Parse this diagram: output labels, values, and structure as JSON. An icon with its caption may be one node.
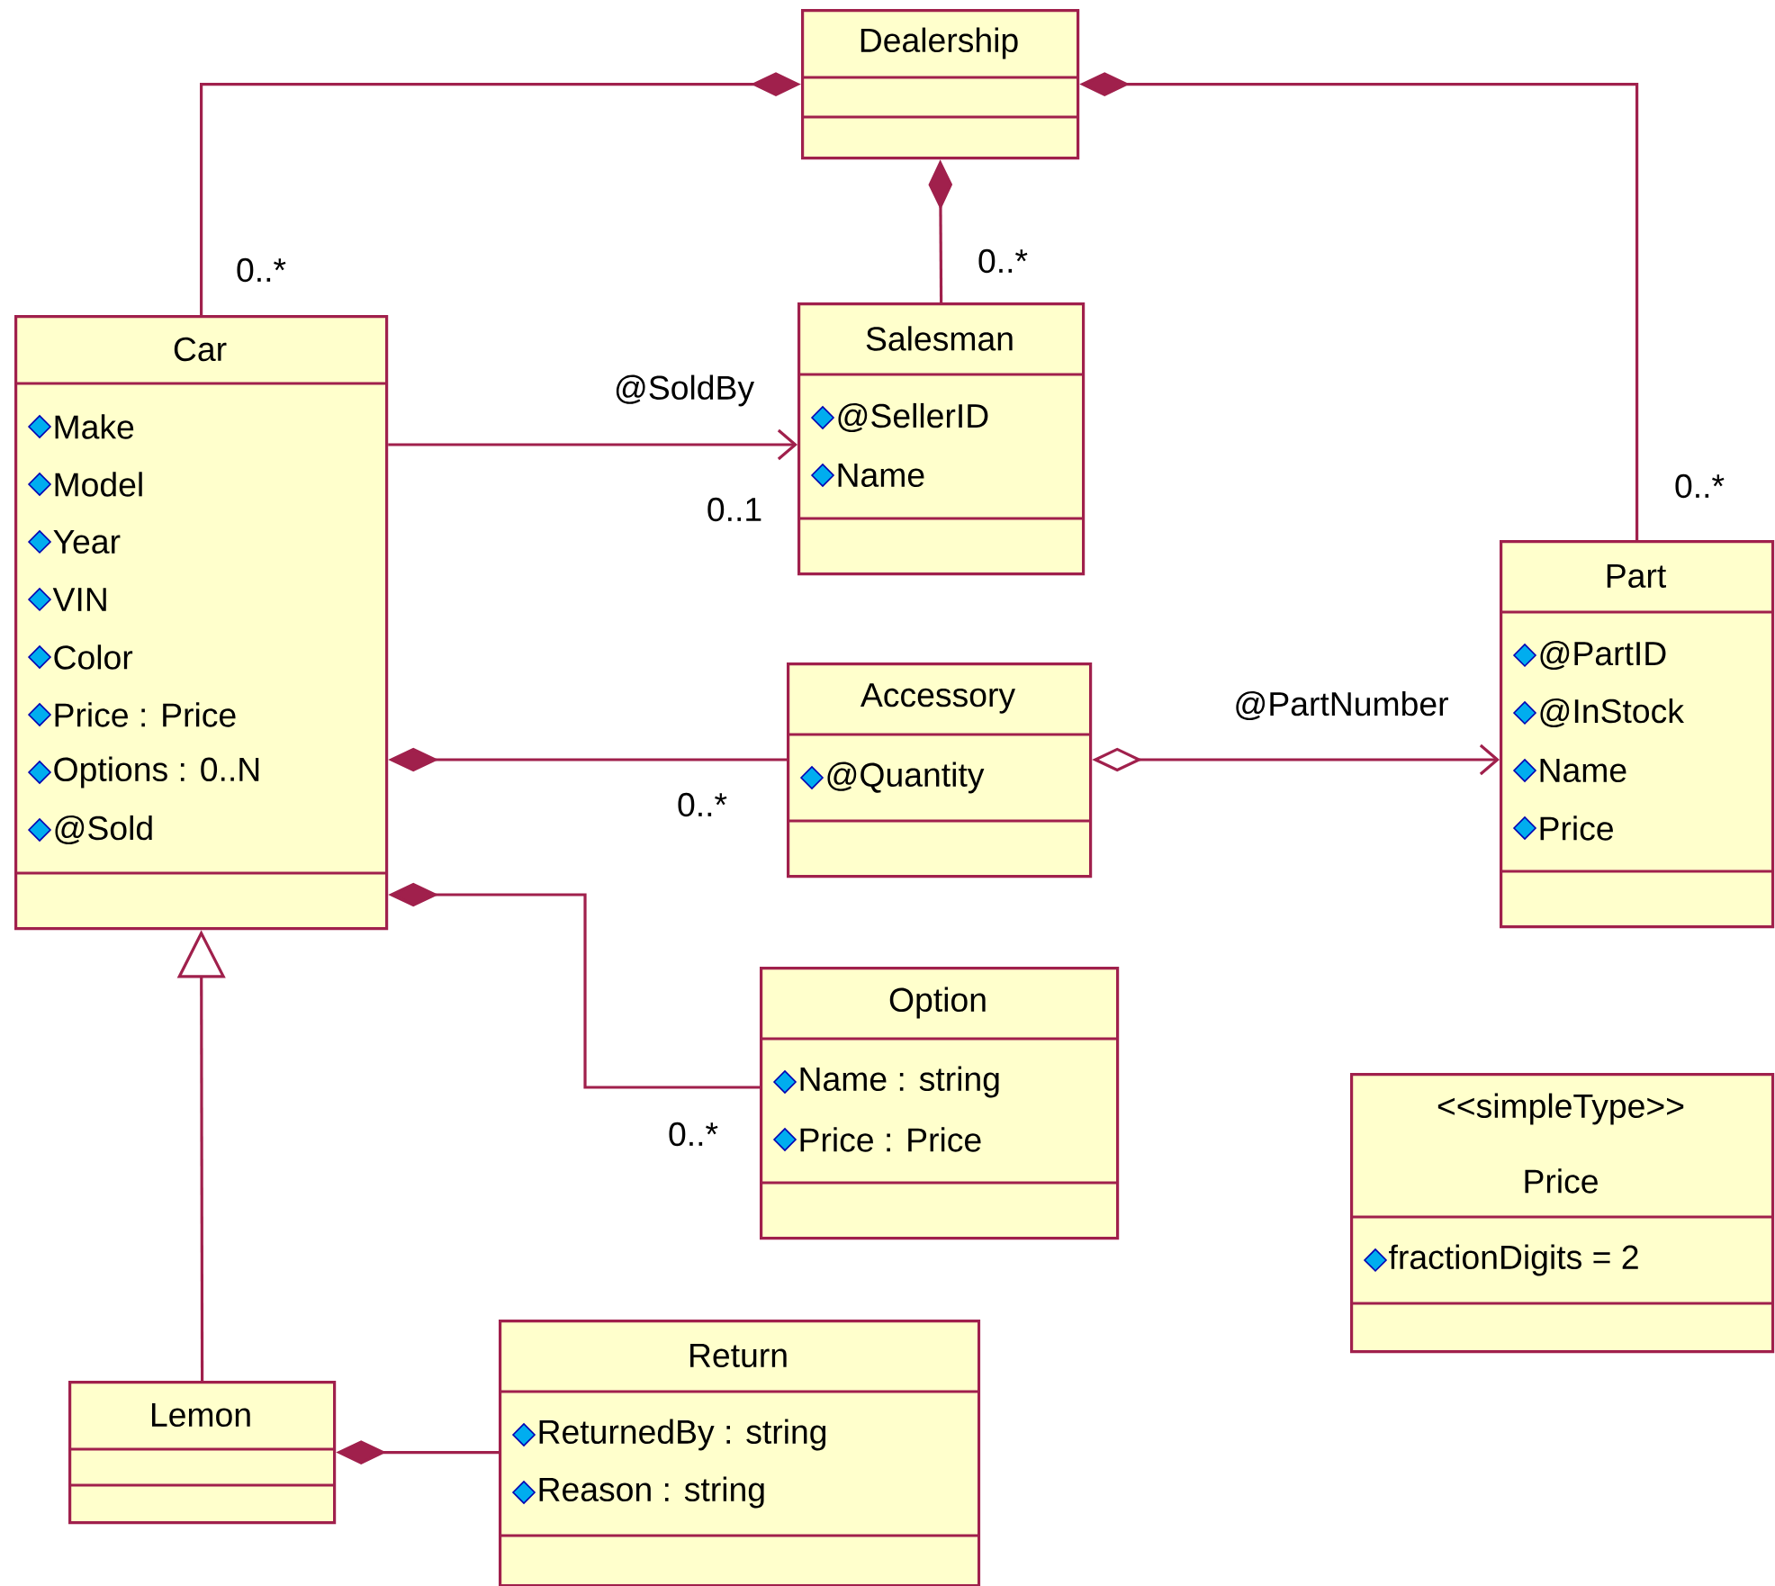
{
  "diagram": {
    "nodes": [
      {
        "text": [
          "Dealership"
        ]
      },
      {
        "text": [
          "Car",
          "Make",
          "Model",
          "Year",
          "VIN",
          "Color",
          "Price : Price",
          "Options : 0..N",
          "@Sold"
        ]
      },
      {
        "text": [
          "Salesman",
          "@SellerID",
          "Name"
        ]
      },
      {
        "text": [
          "Part",
          "@PartID",
          "@InStock",
          "Name",
          "Price"
        ]
      },
      {
        "text": [
          "Accessory",
          "@Quantity"
        ]
      },
      {
        "text": [
          "Option",
          "Name : string",
          "Price : Price"
        ]
      },
      {
        "text": [
          "<<simpleType>>",
          "Price",
          "fractionDigits = 2"
        ]
      },
      {
        "text": [
          "Lemon"
        ]
      },
      {
        "text": [
          "Return",
          "ReturnedBy : string",
          "Reason : string"
        ]
      }
    ],
    "edges": [
      {
        "from": 0,
        "to": 1,
        "arrow": "other",
        "label": "0..*"
      },
      {
        "from": 0,
        "to": 2,
        "arrow": "other",
        "label": "0..*"
      },
      {
        "from": 0,
        "to": 3,
        "arrow": "other",
        "label": "0..*"
      },
      {
        "from": 1,
        "to": 2,
        "arrow": "to",
        "label": "@SoldBy"
      },
      {
        "from": 1,
        "to": 4,
        "arrow": "other",
        "label": "0..*"
      },
      {
        "from": 4,
        "to": 3,
        "arrow": "to",
        "label": "@PartNumber"
      },
      {
        "from": 1,
        "to": 5,
        "arrow": "other",
        "label": "0..*"
      },
      {
        "from": 7,
        "to": 1,
        "arrow": "to"
      },
      {
        "from": 7,
        "to": 8,
        "arrow": "other"
      }
    ],
    "labels": [
      "0..1"
    ]
  }
}
